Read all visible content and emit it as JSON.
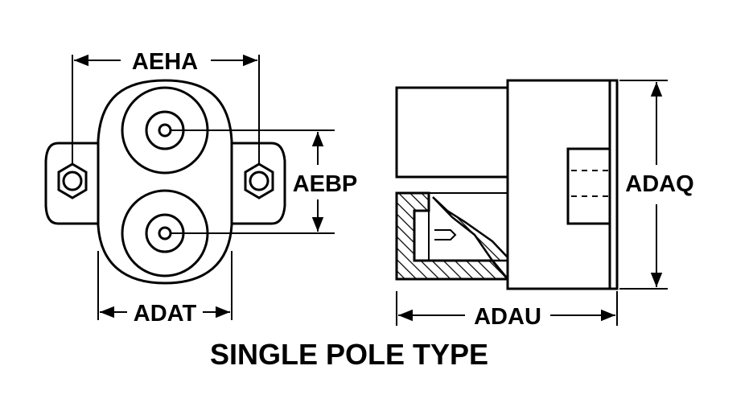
{
  "dimensions": {
    "aeha": "AEHA",
    "aebp": "AEBP",
    "adat": "ADAT",
    "adaq": "ADAQ",
    "adau": "ADAU"
  },
  "caption": "SINGLE POLE TYPE",
  "colors": {
    "ink": "#000000",
    "paper": "#ffffff"
  }
}
